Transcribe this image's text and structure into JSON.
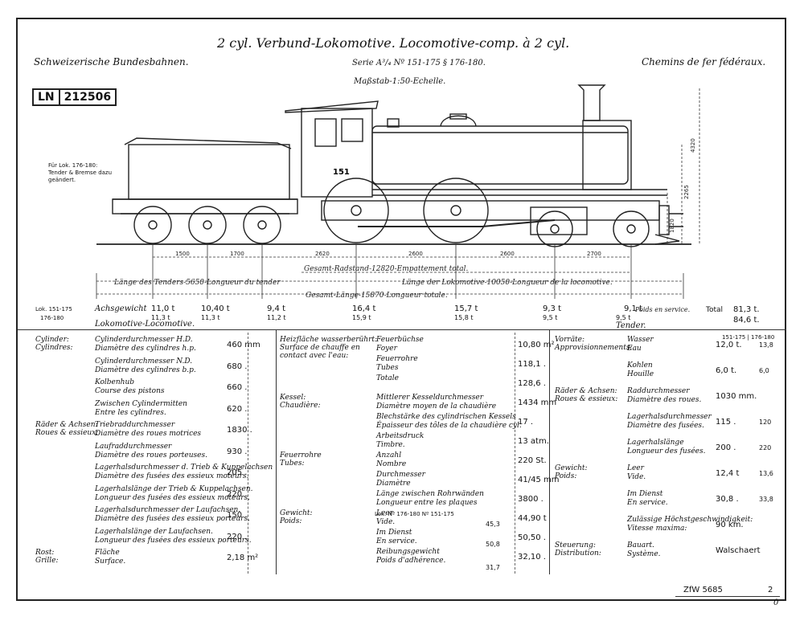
{
  "header": {
    "title": "2 cyl. Verbund-Lokomotive.  Locomotive-comp. à 2 cyl.",
    "railway_de": "Schweizerische Bundesbahnen.",
    "railway_fr": "Chemins de fer fédéraux.",
    "series": "Serie A³/₄ Nº 151-175 § 176-180.",
    "scale": "Maßstab-1:50-Echelle.",
    "ln_label": "LN",
    "ln_number": "212506"
  },
  "drawing": {
    "tender_note": "Für Lok. 176-180:\nTender & Bremse dazu\ngeändert.",
    "loco_number": "151",
    "dim_axles": [
      "1500",
      "1700",
      "2620",
      "2600",
      "2600",
      "2700"
    ],
    "total_wheelbase": "Gesamt-Radstand-12820-Empattement total.",
    "tender_length": "Länge des Tenders-5650-Longueur du tender",
    "loco_length": "Länge der Lokomotive-10050-Longueur de la locomotive.",
    "total_length": "Gesamt-Länge-15870-Longueur totale.",
    "heights": [
      "4320",
      "2265",
      "1820"
    ]
  },
  "axle_weights": {
    "row1_label": "Lok. 151-175",
    "row2_label": "176-180",
    "title_de": "Achsgewicht",
    "title_fr": "Lokomotive-Locomotive.",
    "row1": [
      "11,0 t",
      "10,40 t",
      "9,4 t",
      "16,4 t",
      "15,7 t",
      "9,3 t",
      "9,1 t"
    ],
    "row2": [
      "11,3 t",
      "11,3 t",
      "11,2 t",
      "15,9 t",
      "15,8 t",
      "9,5 t",
      "9,5 t"
    ],
    "poids_label": "Poids en service.",
    "tender_label": "Tender.",
    "total_label": "Total",
    "total1": "81,3 t.",
    "total2": "84,6 t."
  },
  "col1": [
    {
      "cat": "Cylinder:\nCylindres:",
      "de": "Cylinderdurchmesser H.D.",
      "fr": "Diamètre des cylindres h.p.",
      "val": "460 mm"
    },
    {
      "cat": "",
      "de": "Cylinderdurchmesser N.D.",
      "fr": "Diamètre des cylindres b.p.",
      "val": "680 ."
    },
    {
      "cat": "",
      "de": "Kolbenhub",
      "fr": "Course des pistons",
      "val": "660 ."
    },
    {
      "cat": "",
      "de": "Zwischen Cylindermitten",
      "fr": "Entre les cylindres.",
      "val": "620 ."
    },
    {
      "cat": "Räder & Achsen:\nRoues & essieux:",
      "de": "Triebraddurchmesser",
      "fr": "Diamètre des roues motrices",
      "val": "1830 ."
    },
    {
      "cat": "",
      "de": "Laufraddurchmesser",
      "fr": "Diamètre des roues porteuses.",
      "val": "930 ."
    },
    {
      "cat": "",
      "de": "Lagerhalsdurchmesser d. Trieb & Kuppelachsen",
      "fr": "Diamètre des fusées des essieux moteurs.",
      "val": "205 ."
    },
    {
      "cat": "",
      "de": "Lagerhalslänge der Trieb & Kuppelachsen.",
      "fr": "Longueur des fusées des essieux moteurs.",
      "val": "220 ."
    },
    {
      "cat": "",
      "de": "Lagerhalsdurchmesser der Laufachsen.",
      "fr": "Diamètre des fusées des essieux porteurs.",
      "val": "150 ."
    },
    {
      "cat": "",
      "de": "Lagerhalslänge der Laufachsen.",
      "fr": "Longueur des fusées des essieux porteurs.",
      "val": "220 ."
    },
    {
      "cat": "Rost:\nGrille:",
      "de": "Fläche",
      "fr": "Surface.",
      "val": "2,18 m²"
    }
  ],
  "col2": [
    {
      "cat": "Heizfläche wasserberührt:\nSurface de chauffe en\ncontact avec l'eau:",
      "de": "Feuerbüchse",
      "fr": "Foyer",
      "val": "10,80 m²"
    },
    {
      "cat": "",
      "de": "Feuerrohre",
      "fr": "Tubes",
      "val": "118,1 ."
    },
    {
      "cat": "",
      "de": "Totale",
      "fr": "",
      "val": "128,6 ."
    },
    {
      "cat": "Kessel:\nChaudière:",
      "de": "Mittlerer Kesseldurchmesser",
      "fr": "Diamètre moyen de la chaudière",
      "val": "1434 mm"
    },
    {
      "cat": "",
      "de": "Blechstärke des cylindrischen Kessels",
      "fr": "Épaisseur des tôles de la chaudière cyl.",
      "val": "17 ."
    },
    {
      "cat": "",
      "de": "Arbeitsdruck",
      "fr": "Timbre.",
      "val": "13 atm."
    },
    {
      "cat": "Feuerrohre\nTubes:",
      "de": "Anzahl",
      "fr": "Nombre",
      "val": "220 St."
    },
    {
      "cat": "",
      "de": "Durchmesser",
      "fr": "Diamètre",
      "val": "41/45 mm"
    },
    {
      "cat": "",
      "de": "Länge zwischen Rohrwänden",
      "fr": "Longueur entre les plaques",
      "val": "3800 ."
    },
    {
      "cat": "Gewicht:\nPoids:",
      "de": "Leer",
      "fr": "Vide.",
      "val": "44,90 t"
    },
    {
      "cat": "",
      "de": "Im Dienst",
      "fr": "En service.",
      "val": "50,50 ."
    },
    {
      "cat": "",
      "de": "Reibungsgewicht",
      "fr": "Poids d'adhérence.",
      "val": "32,10 ."
    }
  ],
  "col2_extra": {
    "sub_head": "Lok. Nº 176-180   Nº 151-175",
    "leer_176": "45,3",
    "dienst_176": "50,8",
    "reib_176": "31,7"
  },
  "col3": [
    {
      "cat": "Vorräte:\nApprovisionnements:",
      "de": "Wasser",
      "fr": "Eau",
      "val": "12,0 t.",
      "val2": "13,8"
    },
    {
      "cat": "",
      "de": "Kohlen",
      "fr": "Houille",
      "val": "6,0 t.",
      "val2": "6,0"
    },
    {
      "cat": "Räder & Achsen:\nRoues & essieux:",
      "de": "Raddurchmesser",
      "fr": "Diamètre des roues.",
      "val": "1030 mm.",
      "val2": ""
    },
    {
      "cat": "",
      "de": "Lagerhalsdurchmesser",
      "fr": "Diamètre des fusées.",
      "val": "115 .",
      "val2": "120"
    },
    {
      "cat": "",
      "de": "Lagerhalslänge",
      "fr": "Longueur des fusées.",
      "val": "200 .",
      "val2": "220"
    },
    {
      "cat": "Gewicht:\nPoids:",
      "de": "Leer",
      "fr": "Vide.",
      "val": "12,4 t",
      "val2": "13,6"
    },
    {
      "cat": "",
      "de": "Im Dienst",
      "fr": "En service.",
      "val": "30,8 .",
      "val2": "33,8"
    },
    {
      "cat": "",
      "de": "Zulässige Höchstgeschwindigkeit:",
      "fr": "Vitesse maxima:",
      "val": "90 km.",
      "val2": ""
    },
    {
      "cat": "Steuerung:\nDistribution:",
      "de": "Bauart.",
      "fr": "Système.",
      "val": "Walschaert",
      "val2": ""
    }
  ],
  "col3_head": "151-175 | 176-180",
  "footer": {
    "ref": "ZfW  5685",
    "sheet": "2",
    "corner": "0"
  }
}
